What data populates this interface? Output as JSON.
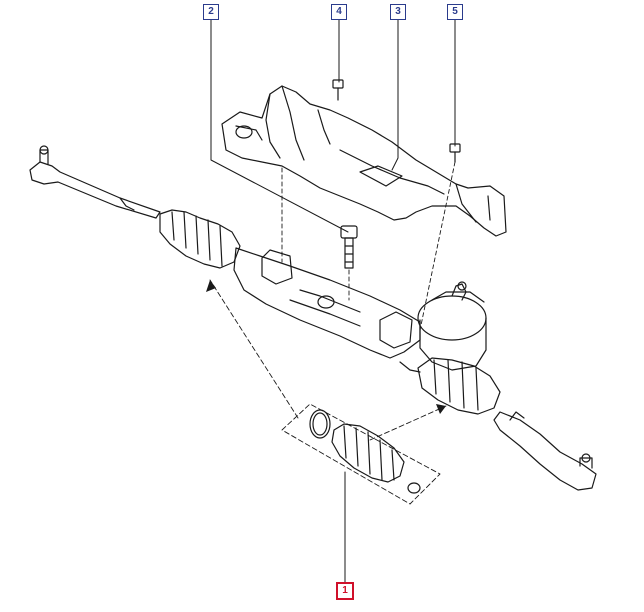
{
  "callouts": {
    "c1": {
      "label": "1",
      "highlighted": true
    },
    "c2": {
      "label": "2"
    },
    "c3": {
      "label": "3"
    },
    "c4": {
      "label": "4"
    },
    "c5": {
      "label": "5"
    }
  },
  "colors": {
    "line": "#1a1a1a",
    "callout_border": "#2a3b8c",
    "highlight": "#d0102a"
  }
}
